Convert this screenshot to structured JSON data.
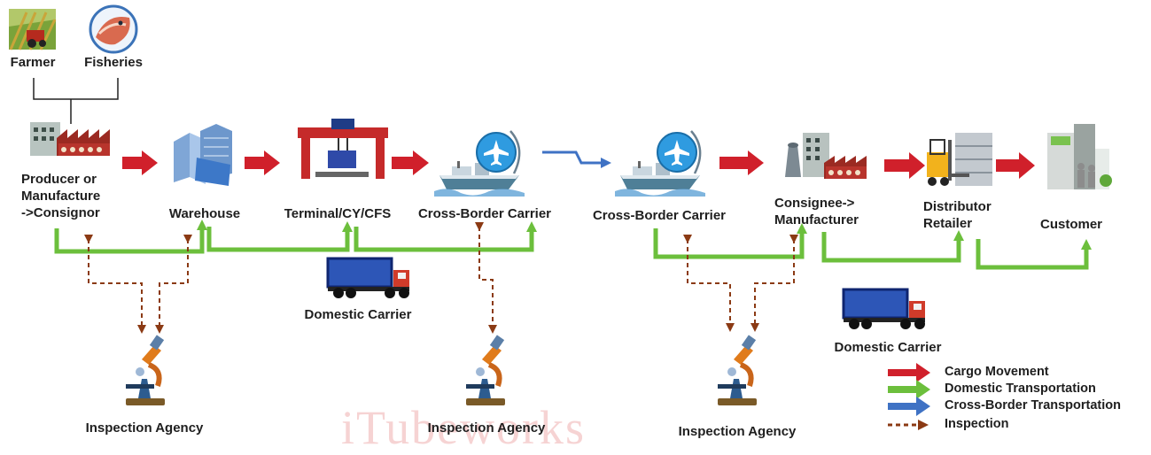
{
  "sources": {
    "farmer": "Farmer",
    "fisheries": "Fisheries"
  },
  "nodes": {
    "producer": "Producer or\nManufacture\n->Consignor",
    "warehouse": "Warehouse",
    "terminal": "Terminal/CY/CFS",
    "carrier_out": "Cross-Border Carrier",
    "carrier_in": "Cross-Border Carrier",
    "consignee": "Consignee->\nManufacturer",
    "distributor": "Distributor\nRetailer",
    "customer": "Customer"
  },
  "domestic_carriers": {
    "first": "Domestic Carrier",
    "second": "Domestic Carrier"
  },
  "inspection_agencies": {
    "first": "Inspection Agency",
    "second": "Inspection Agency",
    "third": "Inspection Agency"
  },
  "legend": [
    {
      "label": "Cargo Movement",
      "color": "#d0202b",
      "style": "solid"
    },
    {
      "label": "Domestic Transportation",
      "color": "#6cbf3c",
      "style": "solid"
    },
    {
      "label": "Cross-Border Transportation",
      "color": "#3f72c4",
      "style": "solid"
    },
    {
      "label": "Inspection",
      "color": "#8b3a14",
      "style": "dashed"
    }
  ],
  "watermark": "iTubeworks",
  "colors": {
    "cargo": "#d0202b",
    "domestic": "#6cbf3c",
    "cross_border": "#3f72c4",
    "inspection": "#8b3a14"
  },
  "icons": {
    "farmer": "farm-field-icon",
    "fisheries": "fish-icon",
    "producer": "factory-icon",
    "warehouse": "building-icon",
    "terminal": "gantry-crane-icon",
    "carrier": "ship-plane-icon",
    "consignee": "industrial-plant-icon",
    "distributor": "forklift-icon",
    "customer": "office-people-icon",
    "truck": "truck-icon",
    "inspection": "microscope-icon"
  }
}
